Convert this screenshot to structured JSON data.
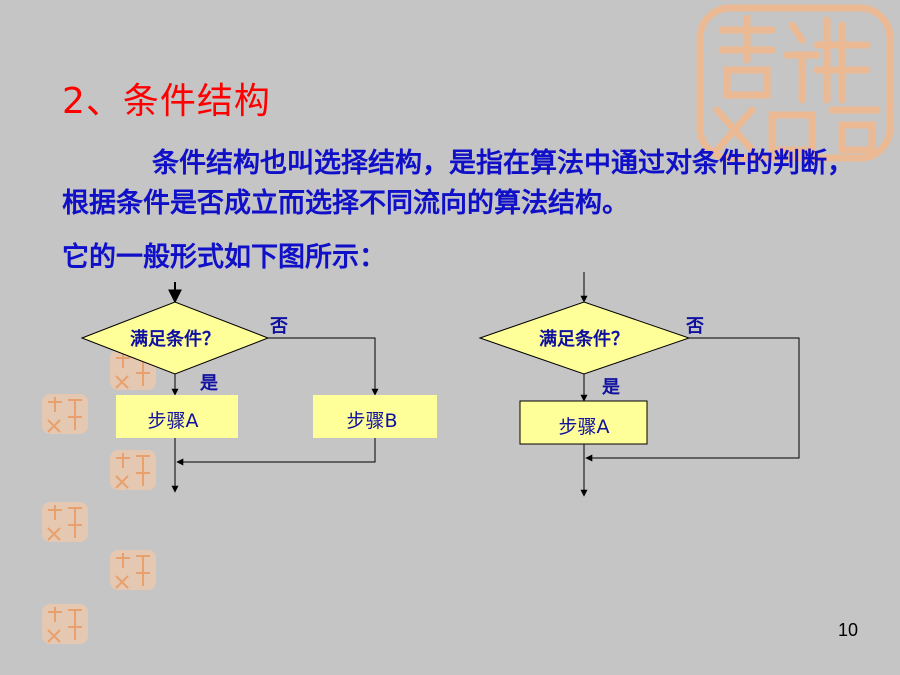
{
  "slide": {
    "title": "2、条件结构",
    "paragraph": "条件结构也叫选择结构，是指在算法中通过对条件的判断，根据条件是否成立而选择不同流向的算法结构。",
    "intro": "它的一般形式如下图所示：",
    "page_number": "10"
  },
  "diagram_left": {
    "condition": "满足条件？",
    "yes_label": "是",
    "no_label": "否",
    "step_a": "步骤A",
    "step_b": "步骤B"
  },
  "diagram_right": {
    "condition": "满足条件？",
    "yes_label": "是",
    "no_label": "否",
    "step_a": "步骤A"
  },
  "colors": {
    "background": "#c5c5c5",
    "title": "#ff0000",
    "body_text": "#1010c8",
    "shape_fill": "#ffff99",
    "line": "#000000",
    "seal": "#f2b98c"
  },
  "icons": [
    "auspicious-seal-icon"
  ]
}
